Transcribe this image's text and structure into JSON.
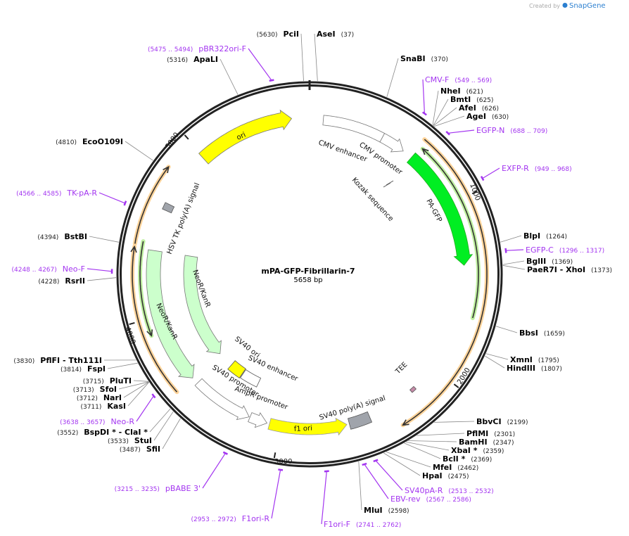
{
  "credit": {
    "prefix": "Created by",
    "brand": "SnapGene"
  },
  "plasmid": {
    "name": "mPA-GFP-Fibrillarin-7",
    "length_label": "5658 bp",
    "length": 5658
  },
  "ticks": [
    "1000",
    "2000",
    "3000",
    "4000",
    "5000"
  ],
  "colors": {
    "primer": "#a335f0",
    "orange": "#f5a623",
    "gfp": "#00ee22",
    "yellow": "#ffff00",
    "neo": "#ccffcc",
    "gray_box": "#a0a4ab",
    "tee": "#c68ba8"
  },
  "features": [
    {
      "name": "CMV enhancer",
      "start": 80,
      "end": 440
    },
    {
      "name": "CMV promoter",
      "start": 440,
      "end": 580
    },
    {
      "name": "Kozak sequence",
      "start": 630,
      "end": 640
    },
    {
      "name": "PA-GFP",
      "start": 645,
      "end": 1362
    },
    {
      "name": "TEE",
      "start": 2160,
      "end": 2180
    },
    {
      "name": "SV40 poly(A) signal",
      "start": 2470,
      "end": 2600
    },
    {
      "name": "f1 ori",
      "start": 2610,
      "end": 3070
    },
    {
      "name": "AmpR promoter",
      "start": 3080,
      "end": 3190
    },
    {
      "name": "SV40 promoter",
      "start": 3190,
      "end": 3550
    },
    {
      "name": "SV40 enhancer",
      "start": 3210,
      "end": 3360
    },
    {
      "name": "SV40 ori",
      "start": 3360,
      "end": 3470
    },
    {
      "name": "NeoR/KanR",
      "start": 3590,
      "end": 4380
    },
    {
      "name": "NeoR/KanR",
      "start": 3590,
      "end": 4380
    },
    {
      "name": "HSV TK poly(A) signal",
      "start": 4620,
      "end": 4660
    },
    {
      "name": "ori",
      "start": 4990,
      "end": 5550
    }
  ],
  "enzymes": [
    {
      "name": "PciI",
      "pos": "(5630)",
      "bp": 5630
    },
    {
      "name": "AseI",
      "pos": "(37)",
      "bp": 37
    },
    {
      "name": "SnaBI",
      "pos": "(370)",
      "bp": 370
    },
    {
      "name": "ApaLI",
      "pos": "(5316)",
      "bp": 5316
    },
    {
      "name": "NheI",
      "pos": "(621)",
      "bp": 621
    },
    {
      "name": "BmtI",
      "pos": "(625)",
      "bp": 625
    },
    {
      "name": "AfeI",
      "pos": "(626)",
      "bp": 626
    },
    {
      "name": "AgeI",
      "pos": "(630)",
      "bp": 630
    },
    {
      "name": "EcoO109I",
      "pos": "(4810)",
      "bp": 4810
    },
    {
      "name": "BstBI",
      "pos": "(4394)",
      "bp": 4394
    },
    {
      "name": "RsrII",
      "pos": "(4228)",
      "bp": 4228
    },
    {
      "name": "BlpI",
      "pos": "(1264)",
      "bp": 1264
    },
    {
      "name": "BglII",
      "pos": "(1369)",
      "bp": 1369
    },
    {
      "name": "PaeR7I  - XhoI",
      "pos": "(1373)",
      "bp": 1373
    },
    {
      "name": "BbsI",
      "pos": "(1659)",
      "bp": 1659
    },
    {
      "name": "XmnI",
      "pos": "(1795)",
      "bp": 1795
    },
    {
      "name": "HindIII",
      "pos": "(1807)",
      "bp": 1807
    },
    {
      "name": "BbvCI",
      "pos": "(2199)",
      "bp": 2199
    },
    {
      "name": "PflMI",
      "pos": "(2301)",
      "bp": 2301
    },
    {
      "name": "BamHI",
      "pos": "(2347)",
      "bp": 2347
    },
    {
      "name": "XbaI *",
      "pos": "(2359)",
      "bp": 2359
    },
    {
      "name": "BclI *",
      "pos": "(2369)",
      "bp": 2369
    },
    {
      "name": "MfeI",
      "pos": "(2462)",
      "bp": 2462
    },
    {
      "name": "HpaI",
      "pos": "(2475)",
      "bp": 2475
    },
    {
      "name": "MluI",
      "pos": "(2598)",
      "bp": 2598
    },
    {
      "name": "PflFI  - Tth111I",
      "pos": "(3830)",
      "bp": 3830
    },
    {
      "name": "FspI",
      "pos": "(3814)",
      "bp": 3814
    },
    {
      "name": "PluTI",
      "pos": "(3715)",
      "bp": 3715
    },
    {
      "name": "SfoI",
      "pos": "(3713)",
      "bp": 3713
    },
    {
      "name": "NarI",
      "pos": "(3712)",
      "bp": 3712
    },
    {
      "name": "KasI",
      "pos": "(3711)",
      "bp": 3711
    },
    {
      "name": "BspDI *  - ClaI *",
      "pos": "(3552)",
      "bp": 3552
    },
    {
      "name": "StuI",
      "pos": "(3533)",
      "bp": 3533
    },
    {
      "name": "SfiI",
      "pos": "(3487)",
      "bp": 3487
    }
  ],
  "primers": [
    {
      "name": "pBR322ori-F",
      "range": "(5475 .. 5494)",
      "bp": 5484
    },
    {
      "name": "CMV-F",
      "range": "(549 .. 569)",
      "bp": 559
    },
    {
      "name": "EGFP-N",
      "range": "(688 .. 709)",
      "bp": 698
    },
    {
      "name": "EXFP-R",
      "range": "(949 .. 968)",
      "bp": 958
    },
    {
      "name": "EGFP-C",
      "range": "(1296 .. 1317)",
      "bp": 1306
    },
    {
      "name": "TK-pA-R",
      "range": "(4566 .. 4585)",
      "bp": 4575
    },
    {
      "name": "Neo-F",
      "range": "(4248 .. 4267)",
      "bp": 4257
    },
    {
      "name": "Neo-R",
      "range": "(3638 .. 3657)",
      "bp": 3647
    },
    {
      "name": "pBABE 3'",
      "range": "(3215 .. 3235)",
      "bp": 3225
    },
    {
      "name": "F1ori-R",
      "range": "(2953 .. 2972)",
      "bp": 2962
    },
    {
      "name": "F1ori-F",
      "range": "(2741 .. 2762)",
      "bp": 2751
    },
    {
      "name": "SV40pA-R",
      "range": "(2513 .. 2532)",
      "bp": 2522
    },
    {
      "name": "EBV-rev",
      "range": "(2567 .. 2586)",
      "bp": 2576
    }
  ]
}
